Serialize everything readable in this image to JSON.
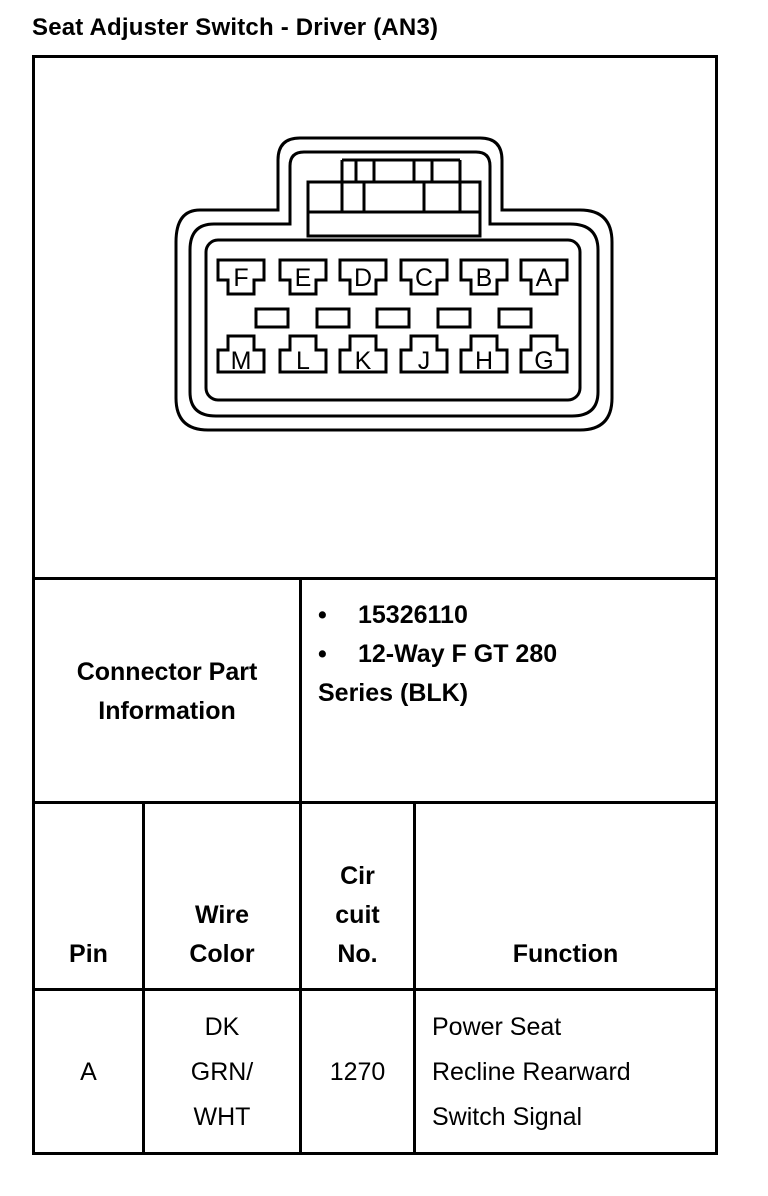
{
  "title": "Seat Adjuster Switch - Driver (AN3)",
  "connector_pins": {
    "top": [
      "F",
      "E",
      "D",
      "C",
      "B",
      "A"
    ],
    "bottom": [
      "M",
      "L",
      "K",
      "J",
      "H",
      "G"
    ]
  },
  "connector_info": {
    "label_line1": "Connector Part",
    "label_line2": "Information",
    "bullet": "•",
    "part_number": "15326110",
    "description_line1": "12-Way F GT 280",
    "description_line2": "Series (BLK)"
  },
  "table": {
    "headers": {
      "pin": "Pin",
      "wire_color": [
        "Wire",
        "Color"
      ],
      "circuit": [
        "Cir",
        "cuit",
        "No."
      ],
      "function": "Function"
    },
    "rows": [
      {
        "pin": "A",
        "wire_color": [
          "DK",
          "GRN/",
          "WHT"
        ],
        "circuit": "1270",
        "function": [
          "Power Seat",
          "Recline Rearward",
          "Switch Signal"
        ]
      }
    ]
  }
}
